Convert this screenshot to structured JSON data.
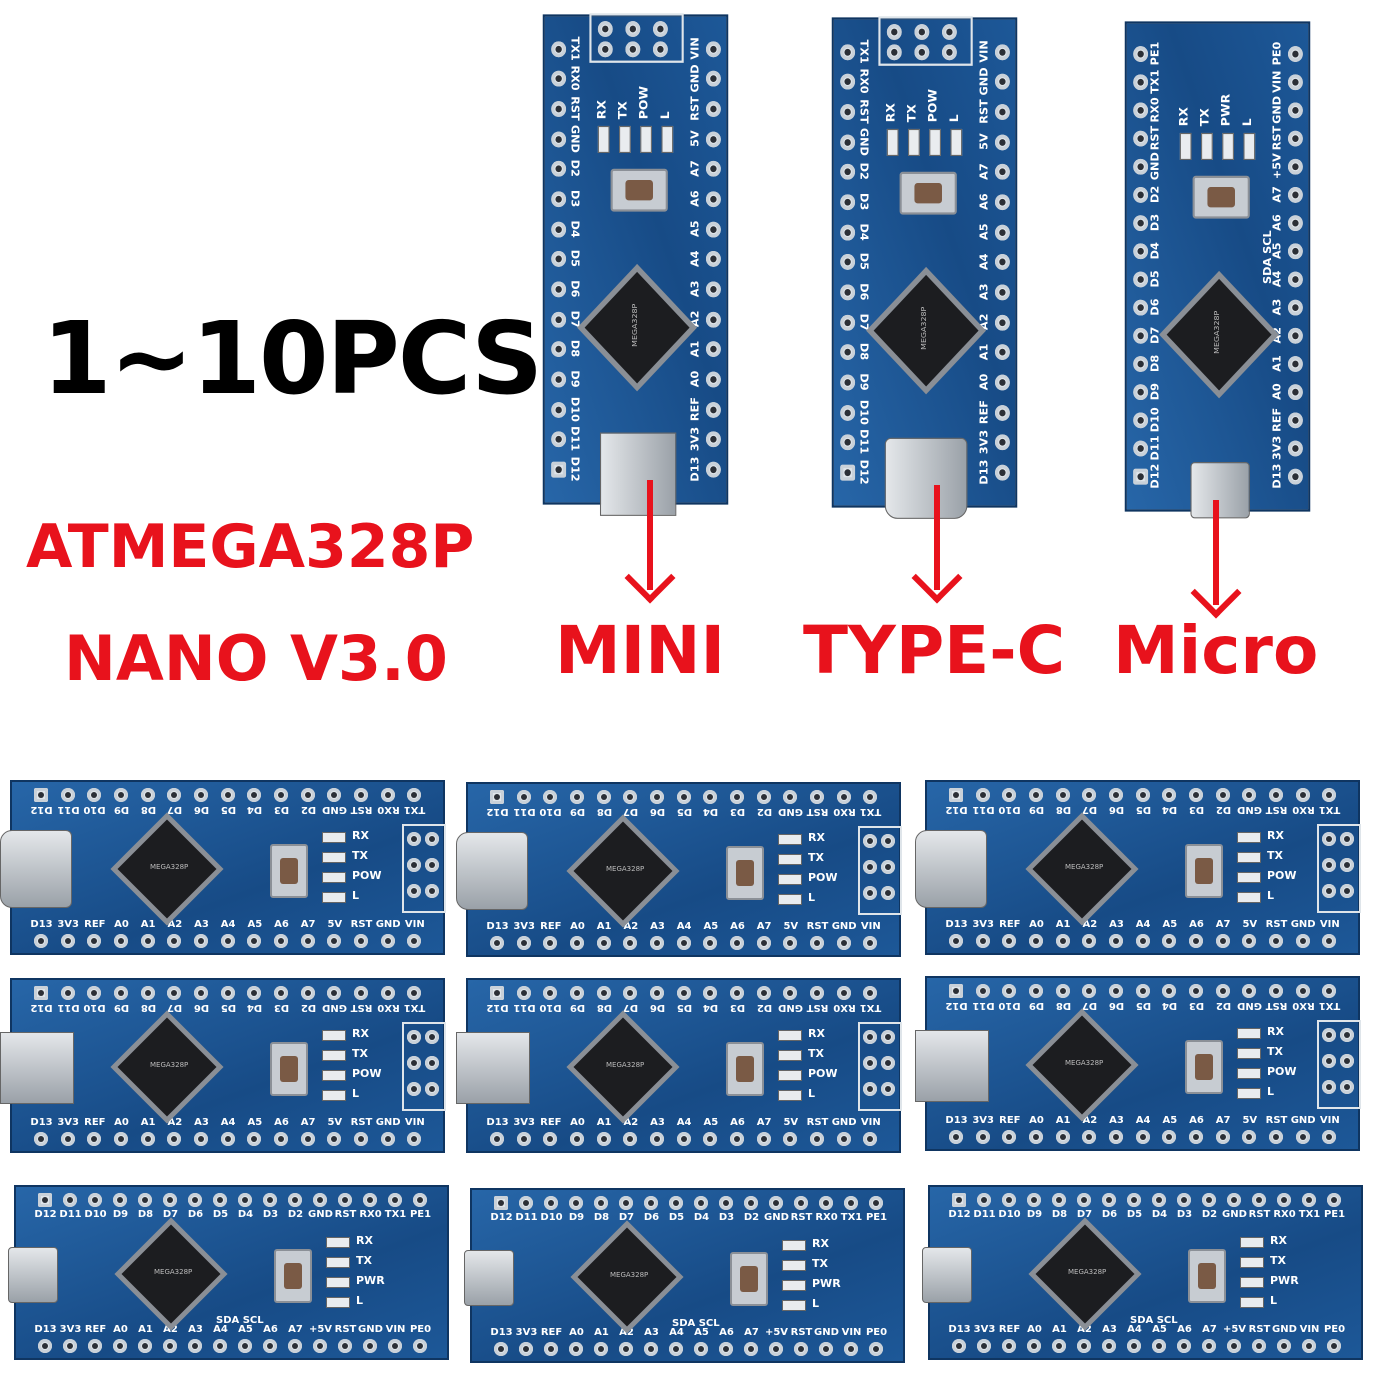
{
  "headline": {
    "quantity": "1~10PCS",
    "chip": "ATMEGA328P",
    "model": "NANO V3.0"
  },
  "variants": {
    "mini": "MINI",
    "type_c": "TYPE-C",
    "micro": "Micro"
  },
  "colors": {
    "accent_red": "#e8121c",
    "board_blue": "#1d5898"
  },
  "chip_marking": "MEGA328P",
  "pin_labels": {
    "nano": {
      "top": [
        "D12",
        "D11",
        "D10",
        "D9",
        "D8",
        "D7",
        "D6",
        "D5",
        "D4",
        "D3",
        "D2",
        "GND",
        "RST",
        "RX0",
        "TX1"
      ],
      "bottom": [
        "D13",
        "3V3",
        "REF",
        "A0",
        "A1",
        "A2",
        "A3",
        "A4",
        "A5",
        "A6",
        "A7",
        "5V",
        "RST",
        "GND",
        "VIN"
      ],
      "leds": [
        "RX",
        "TX",
        "POW",
        "L"
      ]
    },
    "micro": {
      "top": [
        "D12",
        "D11",
        "D10",
        "D9",
        "D8",
        "D7",
        "D6",
        "D5",
        "D4",
        "D3",
        "D2",
        "GND",
        "RST",
        "RX0",
        "TX1",
        "PE1"
      ],
      "bottom": [
        "D13",
        "3V3",
        "REF",
        "A0",
        "A1",
        "A2",
        "A3",
        "A4",
        "A5",
        "A6",
        "A7",
        "+5V",
        "RST",
        "GND",
        "VIN",
        "PE0"
      ],
      "leds": [
        "RX",
        "TX",
        "PWR",
        "L"
      ],
      "extra": "SDA SCL"
    }
  },
  "boards": [
    "mini",
    "type-c",
    "micro",
    "type-c",
    "type-c",
    "type-c",
    "mini",
    "mini",
    "mini",
    "micro",
    "micro",
    "micro"
  ]
}
